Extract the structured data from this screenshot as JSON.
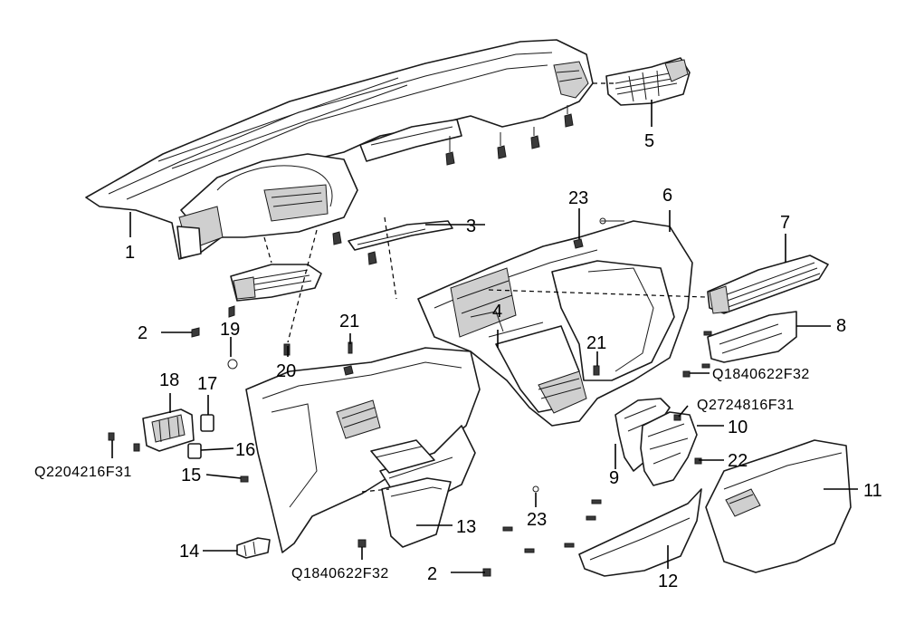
{
  "callouts": [
    {
      "id": "1",
      "text": "1"
    },
    {
      "id": "2a",
      "text": "2"
    },
    {
      "id": "2b",
      "text": "2"
    },
    {
      "id": "3",
      "text": "3"
    },
    {
      "id": "4",
      "text": "4"
    },
    {
      "id": "5",
      "text": "5"
    },
    {
      "id": "6",
      "text": "6"
    },
    {
      "id": "7",
      "text": "7"
    },
    {
      "id": "8",
      "text": "8"
    },
    {
      "id": "9",
      "text": "9"
    },
    {
      "id": "10",
      "text": "10"
    },
    {
      "id": "11",
      "text": "11"
    },
    {
      "id": "12",
      "text": "12"
    },
    {
      "id": "13",
      "text": "13"
    },
    {
      "id": "14",
      "text": "14"
    },
    {
      "id": "15",
      "text": "15"
    },
    {
      "id": "16",
      "text": "16"
    },
    {
      "id": "17",
      "text": "17"
    },
    {
      "id": "18",
      "text": "18"
    },
    {
      "id": "19",
      "text": "19"
    },
    {
      "id": "20",
      "text": "20"
    },
    {
      "id": "21a",
      "text": "21"
    },
    {
      "id": "21b",
      "text": "21"
    },
    {
      "id": "22",
      "text": "22"
    },
    {
      "id": "23a",
      "text": "23"
    },
    {
      "id": "23b",
      "text": "23"
    }
  ],
  "part_codes": {
    "code_q1840622_right": "Q1840622F32",
    "code_q2724816": "Q2724816F31",
    "code_q2204216": "Q2204216F31",
    "code_q1840622_bottom": "Q1840622F32"
  }
}
